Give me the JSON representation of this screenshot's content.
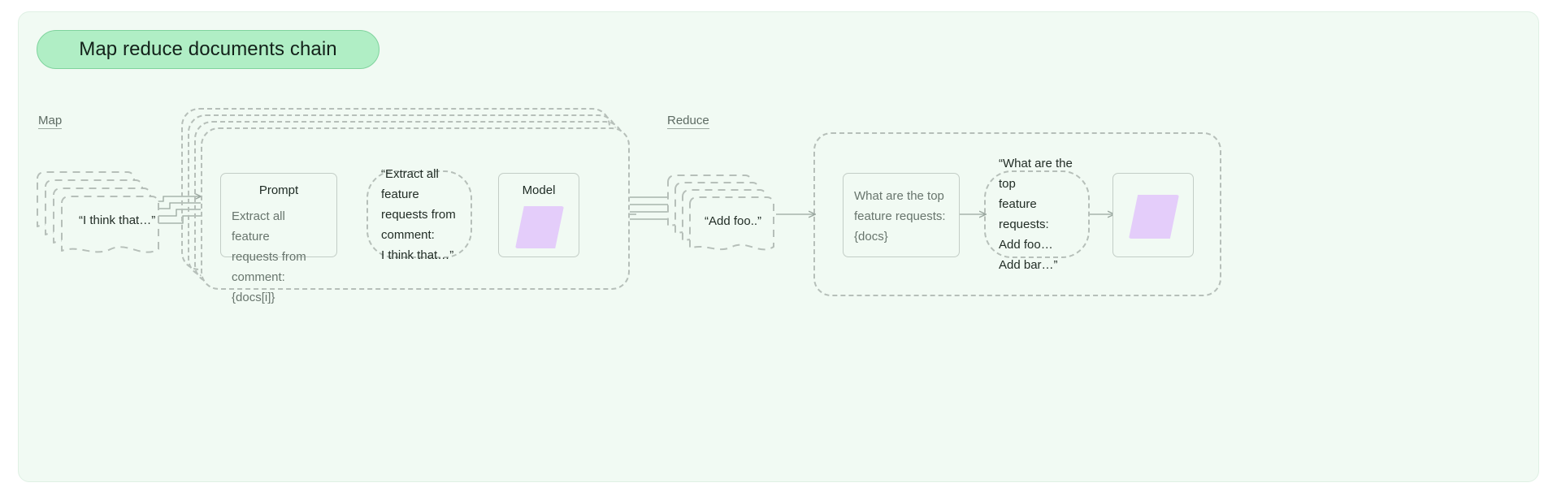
{
  "page": {
    "title": "Map reduce documents chain",
    "canvas_bg": "#f1faf3",
    "pill_bg": "#b0eec5",
    "accent_purple": "#e4cdfa",
    "dashed_stroke": "#b6bfb9",
    "solid_stroke": "#c3cdc6"
  },
  "sections": {
    "map_label": "Map",
    "reduce_label": "Reduce"
  },
  "map": {
    "input_docs": {
      "name": "input-document-stack",
      "text": "“I think that…”",
      "copies": 4
    },
    "prompt_box": {
      "title": "Prompt",
      "body": "Extract all feature\nrequests from\ncomment: {docs[i]}"
    },
    "filled_prompt": {
      "text": "“Extract all feature\nrequests from\ncomment:\n    I think that…”"
    },
    "model_box": {
      "title": "Model",
      "glyph": "parallelogram"
    },
    "container_copies": 4
  },
  "reduce": {
    "intermediate_docs": {
      "name": "intermediate-document-stack",
      "text": "“Add foo..”",
      "copies": 4
    },
    "prompt_box": {
      "title": "",
      "body": "What are the top\nfeature requests:\n{docs}"
    },
    "filled_prompt": {
      "text": "“What are the top\nfeature requests:\n    Add foo…\n    Add bar…”"
    },
    "model_box": {
      "title": "",
      "glyph": "parallelogram"
    }
  },
  "arrows": {
    "map_fanin_count": 4,
    "reduce_fanin_count": 4
  }
}
